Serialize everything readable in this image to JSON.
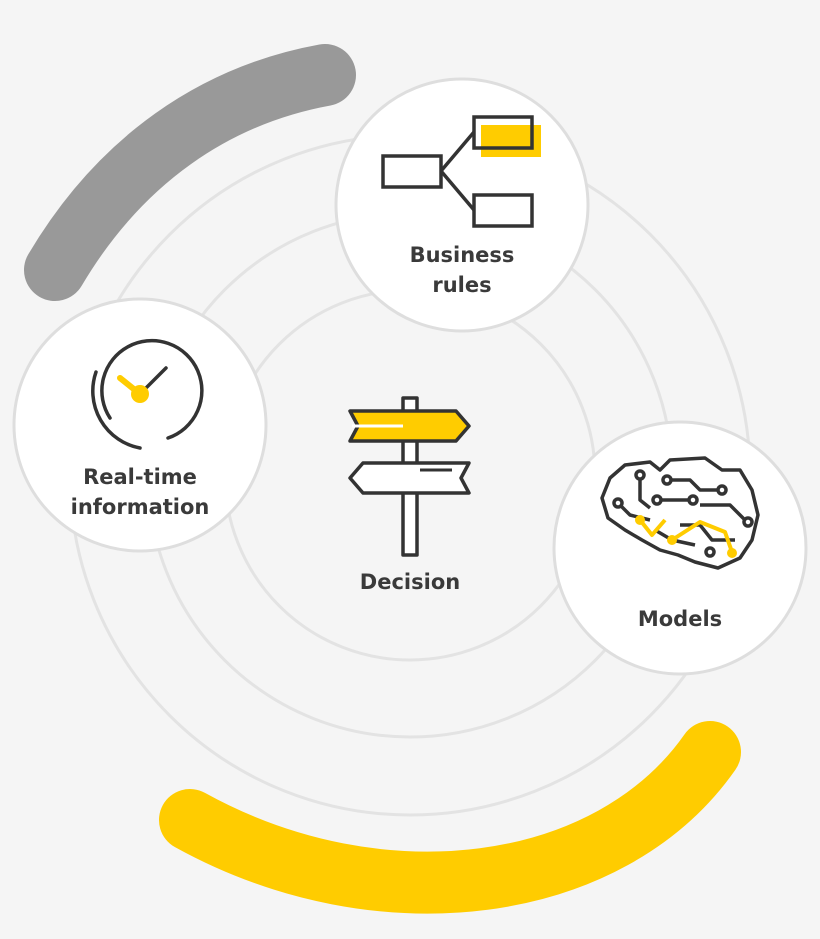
{
  "nodes": {
    "business_rules": {
      "label_line1": "Business",
      "label_line2": "rules"
    },
    "realtime": {
      "label_line1": "Real-time",
      "label_line2": "information"
    },
    "decision": {
      "label": "Decision"
    },
    "models": {
      "label": "Models"
    }
  },
  "colors": {
    "background": "#f5f5f5",
    "accent_yellow": "#ffcc00",
    "accent_gray": "#999999",
    "ring": "#e3e3e3",
    "icon_stroke": "#333333",
    "text": "#3a3a3a"
  },
  "icons": {
    "business_rules": "org-chart-icon",
    "realtime": "clock-icon",
    "decision": "signpost-icon",
    "models": "brain-circuit-icon"
  }
}
